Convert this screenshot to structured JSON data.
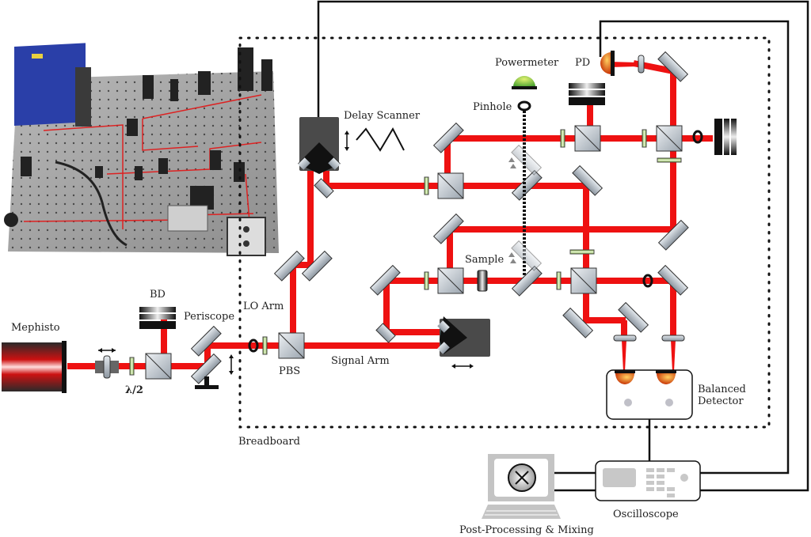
{
  "title": "Optical setup schematic with photo of breadboard",
  "labels": {
    "mephisto": "Mephisto",
    "bd": "BD",
    "half_wave": "λ/2",
    "periscope": "Periscope",
    "lo_arm": "LO Arm",
    "pbs": "PBS",
    "signal_arm": "Signal Arm",
    "delay_scanner": "Delay Scanner",
    "powermeter": "Powermeter",
    "pinhole": "Pinhole",
    "pd": "PD",
    "sample": "Sample",
    "balanced_detector_1": "Balanced",
    "balanced_detector_2": "Detector",
    "breadboard": "Breadboard",
    "oscilloscope": "Oscilloscope",
    "post_processing": "Post-Processing & Mixing"
  },
  "colors": {
    "beam": "#ee1111",
    "optic_fill": "#c4ccd4",
    "waveplate": "#9ccc5a",
    "stage": "#4a4a4a",
    "wire": "#111111",
    "detector": "#e07020",
    "powermeter": "#66bb33",
    "device_gray": "#c8c8c8"
  },
  "icons": {
    "mixer": "circled-x-icon",
    "photo": "breadboard-photo"
  }
}
